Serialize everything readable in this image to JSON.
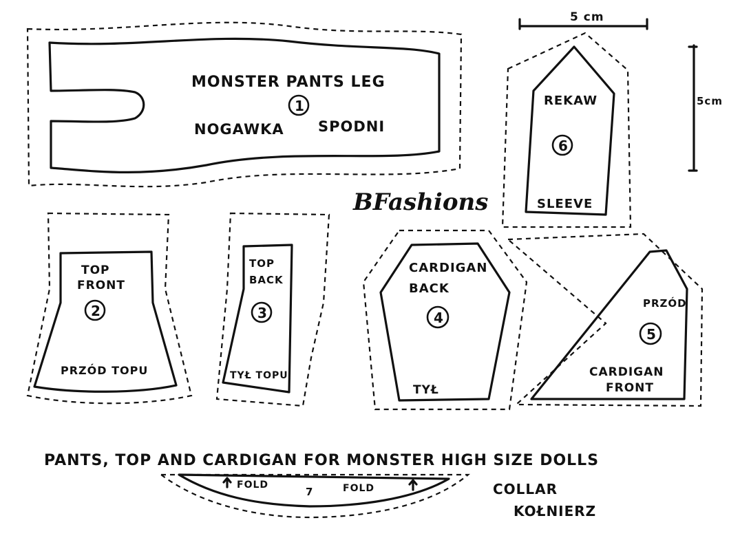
{
  "scale": {
    "horizontal_label": "5 cm",
    "vertical_label": "5cm"
  },
  "brand": "BFashions",
  "pieces": {
    "pants_leg": {
      "title_en": "MONSTER  PANTS LEG",
      "number": "1",
      "title_pl_1": "NOGAWKA",
      "title_pl_2": "SPODNI"
    },
    "sleeve": {
      "title_pl": "REKAW",
      "number": "6",
      "title_en": "SLEEVE"
    },
    "top_front": {
      "title_en_1": "TOP",
      "title_en_2": "FRONT",
      "number": "2",
      "title_pl": "PRZÓD TOPU"
    },
    "top_back": {
      "title_en_1": "TOP",
      "title_en_2": "BACK",
      "number": "3",
      "title_pl": "TYŁ TOPU"
    },
    "cardigan_back": {
      "title_en_1": "CARDIGAN",
      "title_en_2": "BACK",
      "number": "4",
      "title_pl": "TYŁ"
    },
    "cardigan_front": {
      "title_pl": "PRZÓD",
      "number": "5",
      "title_en_1": "CARDIGAN",
      "title_en_2": "FRONT"
    },
    "collar": {
      "fold_left": "FOLD",
      "number": "7",
      "fold_right": "FOLD",
      "title_en": "COLLAR",
      "title_pl": "KOŁNIERZ"
    }
  },
  "caption": "PANTS, TOP AND CARDIGAN  FOR MONSTER HIGH SIZE DOLLS"
}
